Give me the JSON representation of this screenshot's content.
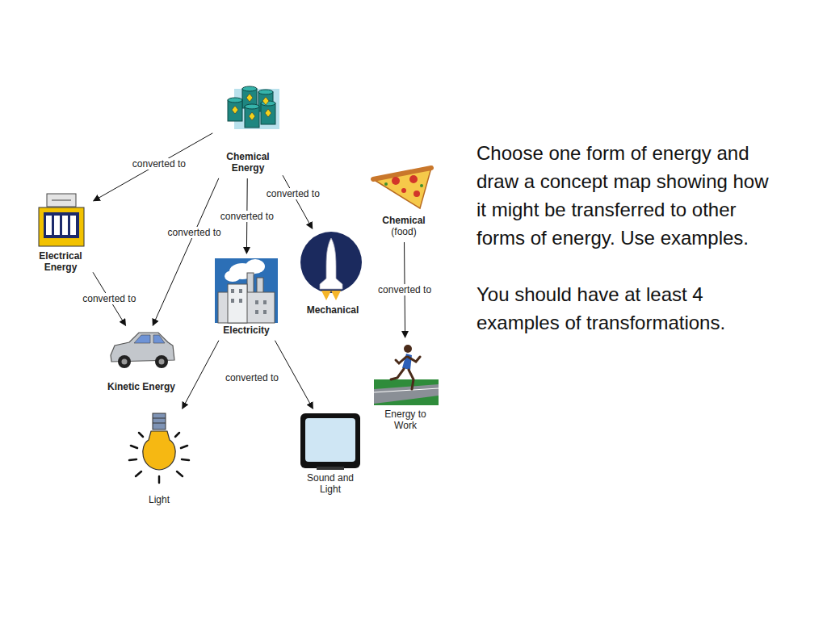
{
  "diagram": {
    "nodes": [
      {
        "text": [
          "Chemical Energy"
        ]
      },
      {
        "text": [
          "Electrical Energy"
        ]
      },
      {
        "text": [
          "Electricity"
        ]
      },
      {
        "text": [
          "Mechanical"
        ]
      },
      {
        "text": [
          "Chemical",
          "(food)"
        ]
      },
      {
        "text": [
          "Kinetic Energy"
        ]
      },
      {
        "text": [
          "Energy to Work"
        ]
      },
      {
        "text": [
          "Light"
        ]
      },
      {
        "text": [
          "Sound and Light"
        ]
      }
    ],
    "edges": [
      {
        "from": 0,
        "to": 1,
        "arrow": "to",
        "label": "converted to"
      },
      {
        "from": 0,
        "to": 5,
        "arrow": "to",
        "label": "converted to"
      },
      {
        "from": 0,
        "to": 2,
        "arrow": "to",
        "label": "converted to"
      },
      {
        "from": 0,
        "to": 3,
        "arrow": "to",
        "label": "converted to"
      },
      {
        "from": 1,
        "to": 5,
        "arrow": "to",
        "label": "converted to"
      },
      {
        "from": 2,
        "to": 7,
        "arrow": "to"
      },
      {
        "from": 2,
        "to": 8,
        "arrow": "to",
        "label": "converted to"
      },
      {
        "from": 4,
        "to": 6,
        "arrow": "to",
        "label": "converted to"
      }
    ],
    "labels": [
      "Choose one form of energy and draw a concept map showing how it might be transferred to other forms of energy. Use examples.",
      "You should have at least 4 examples of transformations."
    ]
  }
}
